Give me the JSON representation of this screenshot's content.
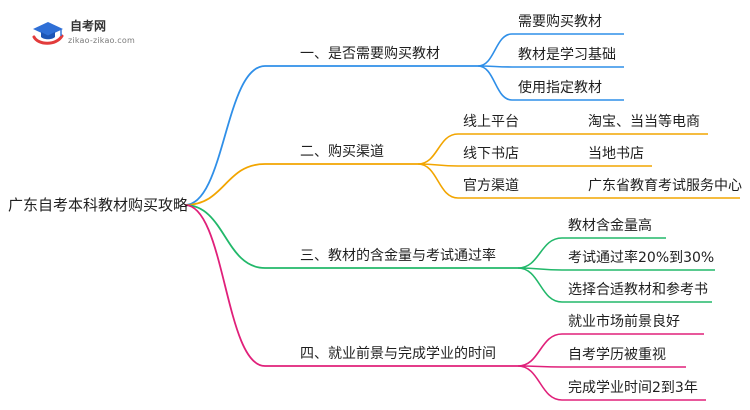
{
  "logo": {
    "title": "自考网",
    "url": "zikao-zikao.com"
  },
  "root": "广东自考本科教材购买攻略",
  "colors": {
    "branch1": "#2f8fe8",
    "branch2": "#f2a500",
    "branch3": "#22b86a",
    "branch4": "#e0207a"
  },
  "branches": [
    {
      "label": "一、是否需要购买教材",
      "children": [
        "需要购买教材",
        "教材是学习基础",
        "使用指定教材"
      ]
    },
    {
      "label": "二、购买渠道",
      "children": [
        {
          "label": "线上平台",
          "detail": "淘宝、当当等电商"
        },
        {
          "label": "线下书店",
          "detail": "当地书店"
        },
        {
          "label": "官方渠道",
          "detail": "广东省教育考试服务中心"
        }
      ]
    },
    {
      "label": "三、教材的含金量与考试通过率",
      "children": [
        "教材含金量高",
        "考试通过率20%到30%",
        "选择合适教材和参考书"
      ]
    },
    {
      "label": "四、就业前景与完成学业的时间",
      "children": [
        "就业市场前景良好",
        "自考学历被重视",
        "完成学业时间2到3年"
      ]
    }
  ]
}
